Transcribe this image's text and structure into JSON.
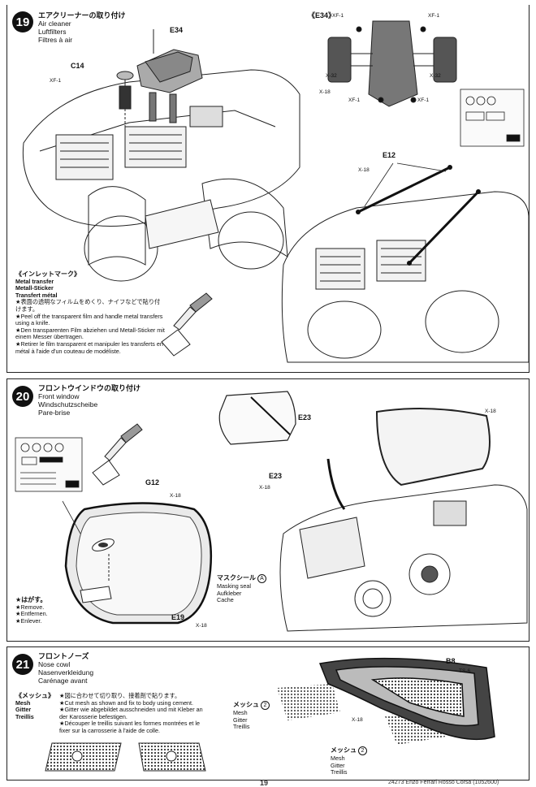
{
  "step19": {
    "number": "19",
    "title_jp": "エアクリーナーの取り付け",
    "title_en": "Air cleaner",
    "title_de": "Luftfilters",
    "title_fr": "Filtres à air",
    "parts": {
      "e34": "E34",
      "c14": "C14",
      "xf1": "XF-1",
      "e34_box": "《E34》",
      "x32": "X-32",
      "x18": "X-18",
      "e12": "E12"
    },
    "inlet_mark": {
      "title_jp": "《インレットマーク》",
      "en": "Metal transfer",
      "de": "Metall-Sticker",
      "fr": "Transfert métal",
      "jp_note": "★表面の透明なフィルムをめくり、ナイフなどで貼り付けます。",
      "en_note": "★Peel off the transparent film and handle metal transfers using a knife.",
      "de_note": "★Den transparenten Film abziehen und Metall-Sticker mit einem Messer übertragen.",
      "fr_note": "★Retirer le film transparent et manipuler les transferts en métal à l'aide d'un couteau de modéliste."
    }
  },
  "step20": {
    "number": "20",
    "title_jp": "フロントウインドウの取り付け",
    "title_en": "Front window",
    "title_de": "Windschutzscheibe",
    "title_fr": "Pare-brise",
    "parts": {
      "e23": "E23",
      "g12": "G12",
      "e19": "E19",
      "x18": "X-18"
    },
    "mask": {
      "jp": "マスクシール",
      "mark": "A",
      "en": "Masking seal",
      "de": "Aufkleber",
      "fr": "Cache"
    },
    "remove": {
      "jp": "★はがす。",
      "en": "★Remove.",
      "de": "★Entfernen.",
      "fr": "★Enlever."
    }
  },
  "step21": {
    "number": "21",
    "title_jp": "フロントノーズ",
    "title_en": "Nose cowl",
    "title_de": "Nasenverkleidung",
    "title_fr": "Carénage avant",
    "parts": {
      "b8": "B8",
      "ts6": "TS-6",
      "x18": "X-18"
    },
    "mesh": {
      "title_jp": "《メッシュ》",
      "en": "Mesh",
      "de": "Gitter",
      "fr": "Treillis",
      "jp_note": "★図に合わせて切り取り、接着剤で貼ります。",
      "en_note": "★Cut mesh as shown and fix to body using cement.",
      "de_note": "★Gitter wie abgebildet ausschneiden und mit Kleber an der Karosserie befestigen.",
      "fr_note": "★Découper le treillis suivant les formes montrées et le fixer sur la carrosserie à l'aide de colle."
    },
    "mesh_label_jp": "メッシュ",
    "mesh_num": "2"
  },
  "footer": {
    "page_number": "19",
    "code": "24273  Enzo Ferrari Rosso Corsa (1052600)"
  }
}
